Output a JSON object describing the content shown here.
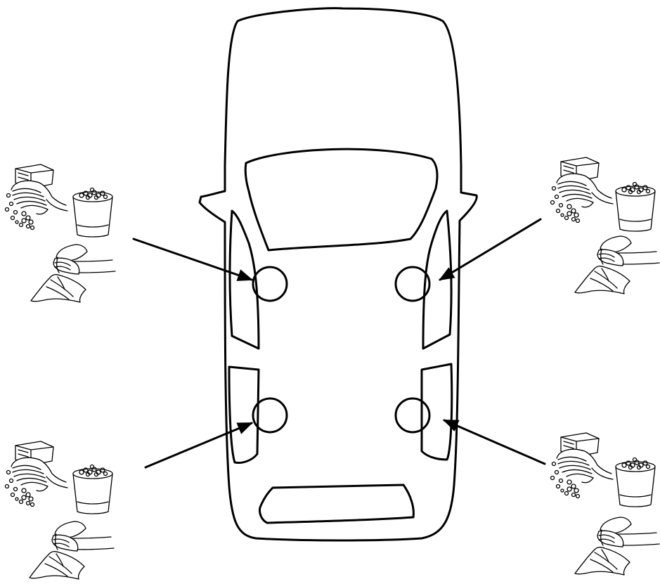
{
  "diagram": {
    "subject": "car-top-view",
    "targets": [
      {
        "id": "front-left",
        "marker": "circle"
      },
      {
        "id": "front-right",
        "marker": "circle"
      },
      {
        "id": "rear-left",
        "marker": "circle"
      },
      {
        "id": "rear-right",
        "marker": "circle"
      }
    ],
    "instruction_icons": [
      "soap-hands-icon",
      "bucket-icon",
      "wipe-cloth-icon"
    ],
    "colors": {
      "line": "#000000",
      "background": "#ffffff"
    }
  }
}
